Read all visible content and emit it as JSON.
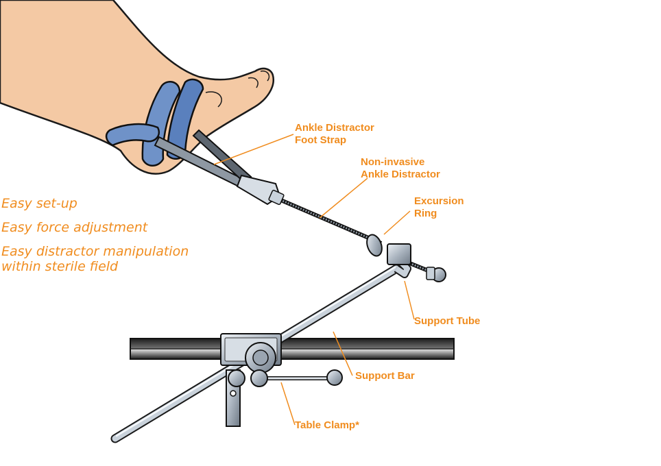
{
  "features": {
    "item1": "Easy set-up",
    "item2": "Easy force adjustment",
    "item3_line1": "Easy distractor manipulation",
    "item3_line2": "within sterile field"
  },
  "labels": {
    "foot_strap": [
      "Ankle Distractor",
      "Foot Strap"
    ],
    "distractor": [
      "Non-invasive",
      "Ankle Distractor"
    ],
    "excursion_ring": [
      "Excursion",
      "Ring"
    ],
    "support_tube": "Support Tube",
    "support_bar": "Support Bar",
    "table_clamp": "Table Clamp*"
  },
  "colors": {
    "label": "#f08c1e",
    "skin": "#f4c9a4",
    "strap": "#6f92c8",
    "metal": "#b8c2cc"
  }
}
